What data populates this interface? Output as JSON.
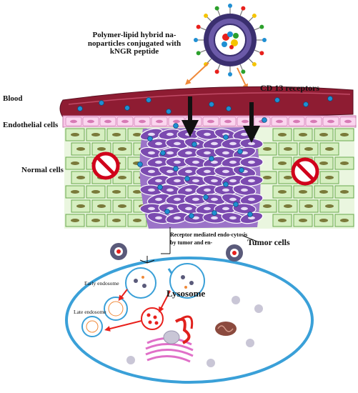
{
  "labels": {
    "title": "Polymer-lipid hybrid na-noparticles conjugated with kNGR peptide",
    "cd13": "CD 13 receptors",
    "blood": "Blood",
    "endothelial": "Endothelial cells",
    "normal": "Normal cells",
    "tumor": "Tumor cells",
    "receptor": "Receptor mediated endo-cytosis by tumor and en-",
    "lysosome": "Lysosome",
    "early_endosome": "Early endosome",
    "late_endosome": "Late endosome"
  },
  "colors": {
    "blood": "#8e1c32",
    "endothelial": "#f9c6e8",
    "normal_cell_fill": "#d6efc1",
    "normal_cell_border": "#6aa84f",
    "tumor_cell": "#7b4ab0",
    "nanoparticle": "#1f8fd3",
    "prohibit": "#d0021b",
    "arrow_orange": "#f08a3a",
    "arrow_red": "#e8201c",
    "cell_membrane": "#3aa0d8",
    "golgi": "#e070c8",
    "mitochondria": "#8b4a3e",
    "nucleus": "#c9c6d6"
  },
  "icons": [
    "nanoparticle-icon",
    "prohibit-icon",
    "mitochondria-icon",
    "golgi-icon",
    "er-icon"
  ]
}
